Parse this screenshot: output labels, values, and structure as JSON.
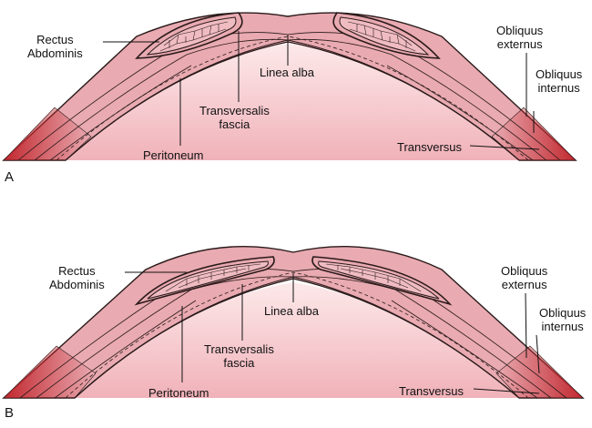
{
  "colors": {
    "skin": "#e9aab1",
    "skin_light": "#f1c6cb",
    "cavity_top": "#fde9ea",
    "cavity_bottom": "#f0b2b9",
    "muscle": "#c2282f",
    "muscle_cell": "#efbcc2",
    "outline": "#2a1a1a",
    "fascia_band": "#f7dde0"
  },
  "panels": [
    {
      "letter": "A",
      "labels": {
        "rectus": [
          "Rectus",
          "Abdominis"
        ],
        "linea_alba": "Linea alba",
        "transversalis": [
          "Transversalis",
          "fascia"
        ],
        "peritoneum": "Peritoneum",
        "obliquus_externus": [
          "Obliquus",
          "externus"
        ],
        "obliquus_internus": [
          "Obliquus",
          "internus"
        ],
        "transversus": "Transversus"
      }
    },
    {
      "letter": "B",
      "labels": {
        "rectus": [
          "Rectus",
          "Abdominis"
        ],
        "linea_alba": "Linea alba",
        "transversalis": [
          "Transversalis",
          "fascia"
        ],
        "peritoneum": "Peritoneum",
        "obliquus_externus": [
          "Obliquus",
          "externus"
        ],
        "obliquus_internus": [
          "Obliquus",
          "internus"
        ],
        "transversus": "Transversus"
      }
    }
  ]
}
